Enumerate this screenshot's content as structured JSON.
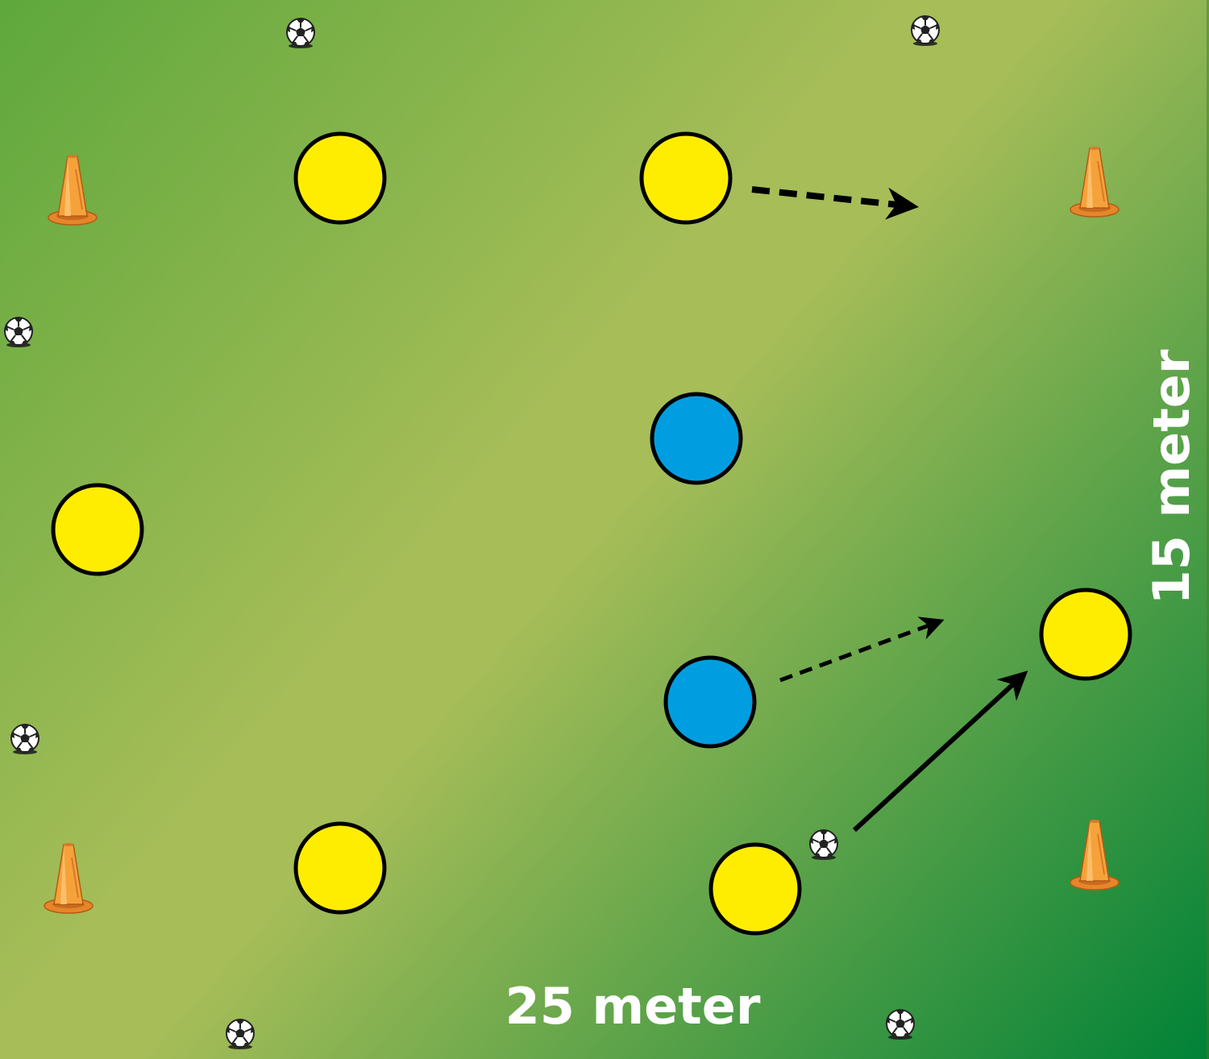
{
  "diagram": {
    "field_colors": {
      "light": "#a6bd58",
      "dark_top_left": "#5ea83c",
      "dark_bottom_right": "#008237"
    },
    "player_colors": {
      "team_yellow": "#ffed00",
      "team_blue": "#009ee0",
      "outline": "#000000"
    },
    "cone_color": "#f39a2e",
    "ball_icon": "soccer-ball-icon",
    "cone_icon": "training-cone-icon",
    "labels": {
      "width": "25 meter",
      "height": "15 meter"
    },
    "players": [
      {
        "team": "yellow",
        "id": "yellow-1"
      },
      {
        "team": "yellow",
        "id": "yellow-2"
      },
      {
        "team": "yellow",
        "id": "yellow-3"
      },
      {
        "team": "yellow",
        "id": "yellow-4"
      },
      {
        "team": "yellow",
        "id": "yellow-5"
      },
      {
        "team": "yellow",
        "id": "yellow-6"
      },
      {
        "team": "blue",
        "id": "blue-1"
      },
      {
        "team": "blue",
        "id": "blue-2"
      }
    ],
    "arrows": [
      {
        "style": "dashed",
        "meaning": "run"
      },
      {
        "style": "dashed",
        "meaning": "run"
      },
      {
        "style": "solid",
        "meaning": "pass"
      }
    ]
  }
}
